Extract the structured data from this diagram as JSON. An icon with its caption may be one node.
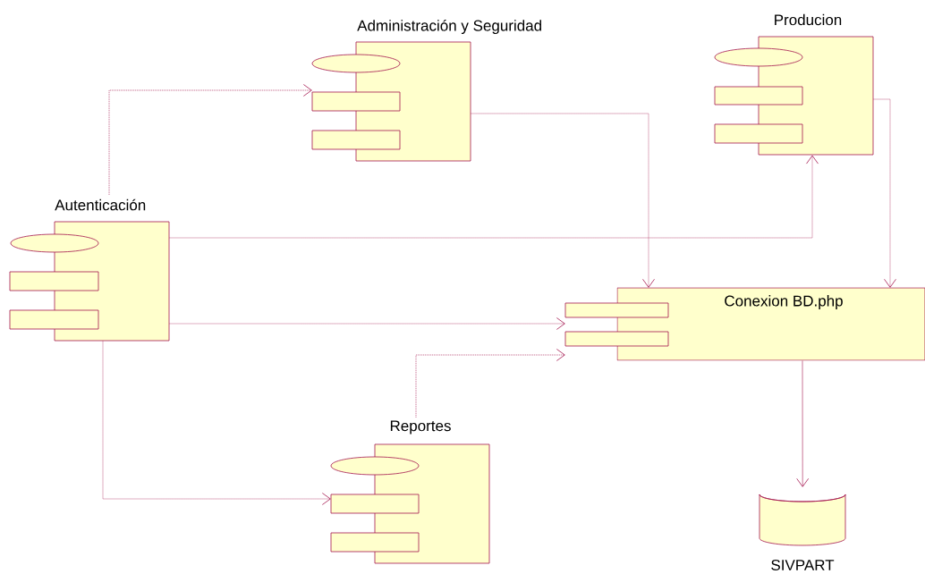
{
  "diagram": {
    "nodes": [
      {
        "text": [
          "Administración y Seguridad"
        ]
      },
      {
        "text": [
          "Producion"
        ]
      },
      {
        "text": [
          "Autenticación"
        ]
      },
      {
        "text": [
          "Conexion BD.php"
        ]
      },
      {
        "text": [
          "Reportes"
        ]
      },
      {
        "text": [],
        "shape": "cylinder",
        "beside": [
          "SIVPART"
        ]
      }
    ],
    "edges": [
      {
        "from": 2,
        "to": 0,
        "arrow": "to",
        "style": "dashed"
      },
      {
        "from": 0,
        "to": 3,
        "arrow": "to",
        "style": "dashed"
      },
      {
        "from": 2,
        "to": 1,
        "arrow": "to",
        "style": "dashed"
      },
      {
        "from": 1,
        "to": 3,
        "arrow": "to",
        "style": "dashed"
      },
      {
        "from": 2,
        "to": 3,
        "arrow": "to",
        "style": "dashed"
      },
      {
        "from": 4,
        "to": 3,
        "arrow": "to",
        "style": "dashed"
      },
      {
        "from": 2,
        "to": 4,
        "arrow": "to",
        "style": "dashed"
      },
      {
        "from": 3,
        "to": 5,
        "arrow": "to"
      }
    ]
  }
}
